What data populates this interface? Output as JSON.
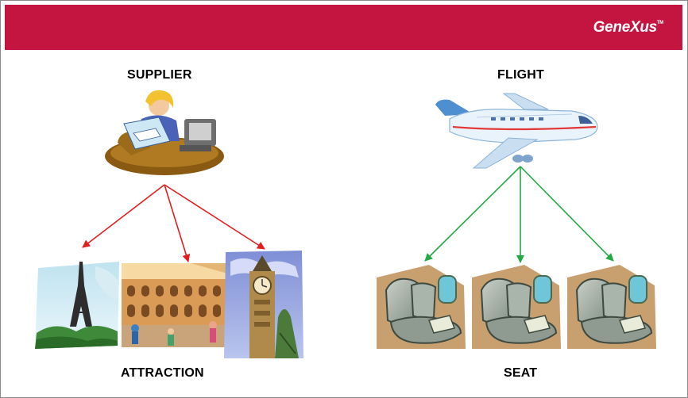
{
  "header": {
    "logo_text": "GeneXus",
    "logo_mark": "TM",
    "bar_color": "#c41541"
  },
  "left_group": {
    "parent_label": "SUPPLIER",
    "parent_icon": "person-at-desk-icon",
    "child_label": "ATTRACTION",
    "children_icons": [
      "eiffel-tower-icon",
      "colosseum-icon",
      "big-ben-icon"
    ],
    "arrow_color": "#e02020"
  },
  "right_group": {
    "parent_label": "FLIGHT",
    "parent_icon": "airplane-icon",
    "child_label": "SEAT",
    "children_icons": [
      "airplane-seat-icon",
      "airplane-seat-icon",
      "airplane-seat-icon"
    ],
    "arrow_color": "#22aa44"
  }
}
